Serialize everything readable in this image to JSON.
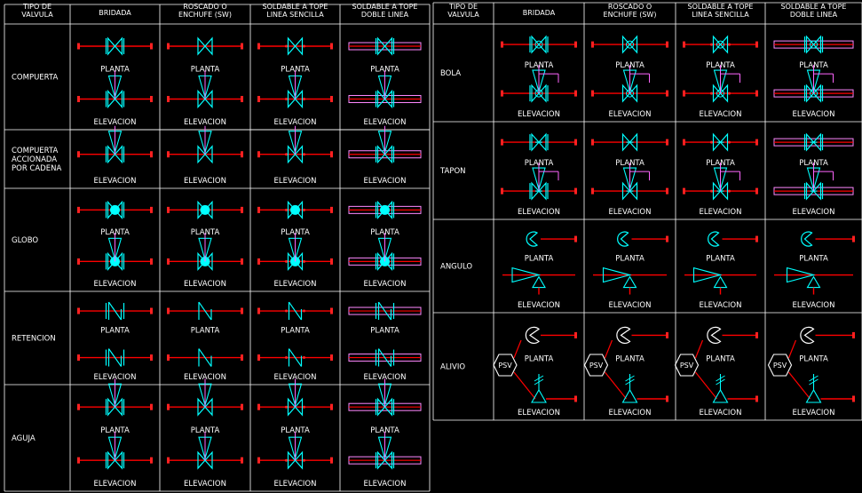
{
  "colors": {
    "background": "#000000",
    "grid": "#ffffff",
    "valve": "#00ffff",
    "pipe": "#ff0000",
    "end_mark": "#ff2020",
    "stem": "#ff66ff",
    "text": "#ffffff"
  },
  "headers": {
    "valve_type": [
      "TIPO DE",
      "VALVULA"
    ],
    "columns": [
      [
        "BRIDADA"
      ],
      [
        "ROSCADO O",
        "ENCHUFE (SW)"
      ],
      [
        "SOLDABLE A TOPE",
        "LINEA SENCILLA"
      ],
      [
        "SOLDABLE A TOPE",
        "DOBLE LINEA"
      ]
    ]
  },
  "views": {
    "plan": "PLANTA",
    "elevation": "ELEVACION"
  },
  "psv_label": "PSV",
  "left_table": {
    "rows": [
      {
        "name": [
          "COMPUERTA"
        ],
        "symbol": "gate",
        "views": [
          "plan",
          "elevation"
        ]
      },
      {
        "name": [
          "COMPUERTA",
          "ACCIONADA",
          "POR CADENA"
        ],
        "symbol": "gate",
        "views": [
          "elevation"
        ]
      },
      {
        "name": [
          "GLOBO"
        ],
        "symbol": "globe",
        "views": [
          "plan",
          "elevation"
        ]
      },
      {
        "name": [
          "RETENCION"
        ],
        "symbol": "check",
        "views": [
          "plan",
          "elevation"
        ]
      },
      {
        "name": [
          "AGUJA"
        ],
        "symbol": "needle",
        "views": [
          "plan",
          "elevation"
        ]
      }
    ]
  },
  "right_table": {
    "rows": [
      {
        "name": [
          "BOLA"
        ],
        "symbol": "ball",
        "views": [
          "plan",
          "elevation"
        ]
      },
      {
        "name": [
          "TAPON"
        ],
        "symbol": "plug",
        "views": [
          "plan",
          "elevation"
        ]
      },
      {
        "name": [
          "ANGULO"
        ],
        "symbol": "angle",
        "views": [
          "plan",
          "elevation"
        ]
      },
      {
        "name": [
          "ALIVIO"
        ],
        "symbol": "relief",
        "views": [
          "plan",
          "elevation"
        ]
      }
    ]
  }
}
